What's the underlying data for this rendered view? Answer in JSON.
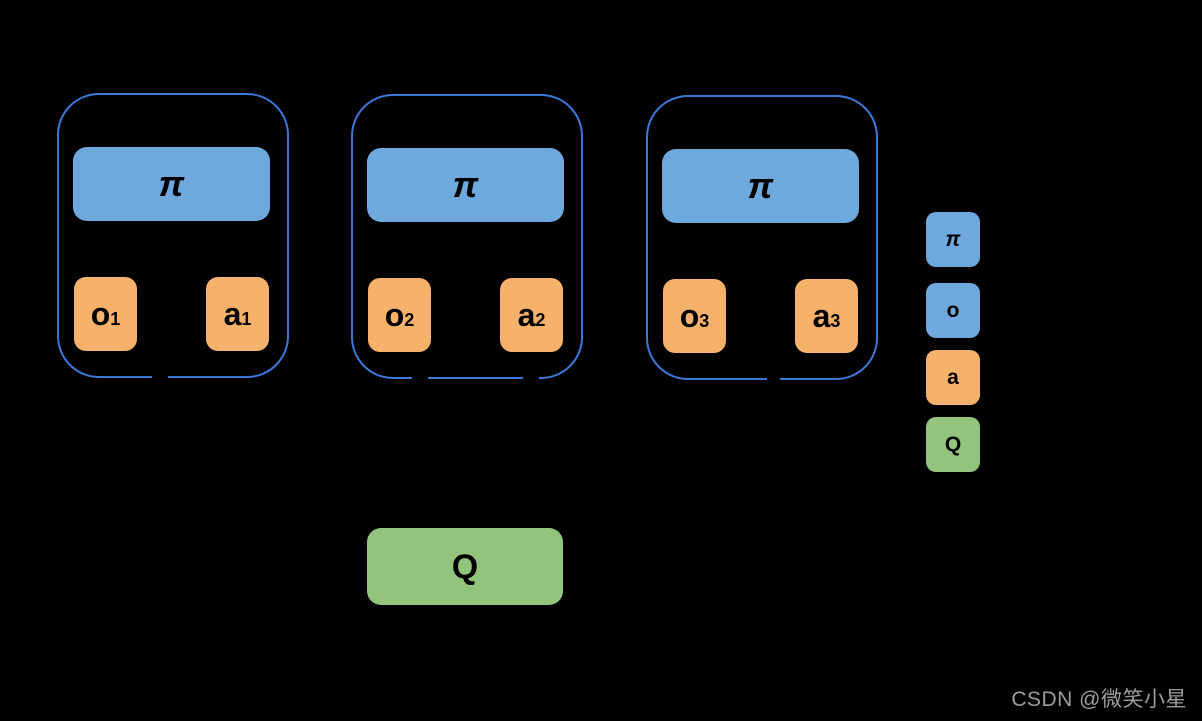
{
  "diagram": {
    "agents": [
      {
        "policy": "π",
        "obs_main": "o",
        "obs_sub": "1",
        "act_main": "a",
        "act_sub": "1"
      },
      {
        "policy": "π",
        "obs_main": "o",
        "obs_sub": "2",
        "act_main": "a",
        "act_sub": "2"
      },
      {
        "policy": "π",
        "obs_main": "o",
        "obs_sub": "3",
        "act_main": "a",
        "act_sub": "3"
      }
    ],
    "q_label": "Q",
    "legend": {
      "items": [
        {
          "label": "π",
          "color": "#6fa8dc"
        },
        {
          "label": "o",
          "color": "#6fa8dc"
        },
        {
          "label": "a",
          "color": "#f6b26b"
        },
        {
          "label": "Q",
          "color": "#93c47d"
        }
      ]
    }
  },
  "colors": {
    "background": "#000000",
    "box_outline": "#3c78d8",
    "policy_fill": "#6fa8dc",
    "obs_action_fill": "#f6b26b",
    "q_fill": "#93c47d",
    "watermark": "#9c9c9c"
  },
  "watermark": {
    "text": "CSDN @微笑小星"
  }
}
